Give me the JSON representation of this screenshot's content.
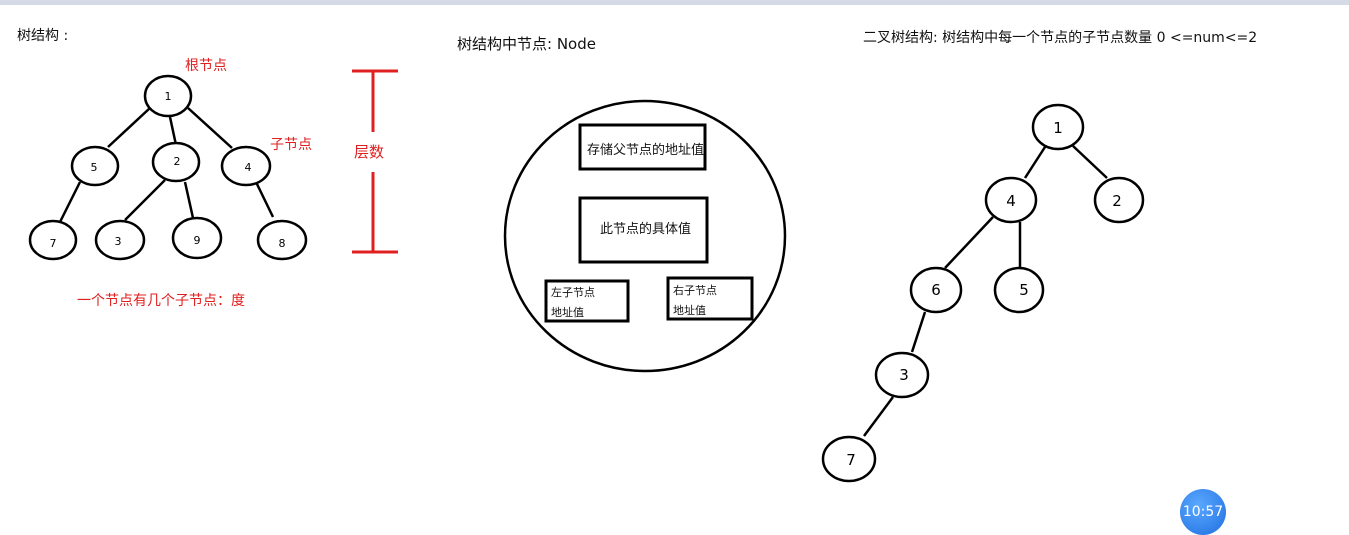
{
  "tree": {
    "title": "树结构 :",
    "root_label": "根节点",
    "child_label": "子节点",
    "level_label": "层数",
    "degree_label": "一个节点有几个子节点：度",
    "nodes": [
      "1",
      "5",
      "2",
      "4",
      "7",
      "3",
      "9",
      "8"
    ]
  },
  "node_struct": {
    "title": "树结构中节点:  Node",
    "parent_box": "存储父节点的地址值",
    "value_box": "此节点的具体值",
    "left_box_line1": "左子节点",
    "left_box_line2": "地址值",
    "right_box_line1": "右子节点",
    "right_box_line2": "地址值"
  },
  "binary_tree": {
    "title": "二叉树结构: 树结构中每一个节点的子节点数量 0 <=num<=2",
    "nodes": [
      "1",
      "4",
      "2",
      "6",
      "5",
      "3",
      "7"
    ]
  },
  "clock": {
    "time": "10:57"
  },
  "colors": {
    "annotation": "#e02020",
    "stroke": "#000000",
    "clock": "#2b7de9"
  }
}
